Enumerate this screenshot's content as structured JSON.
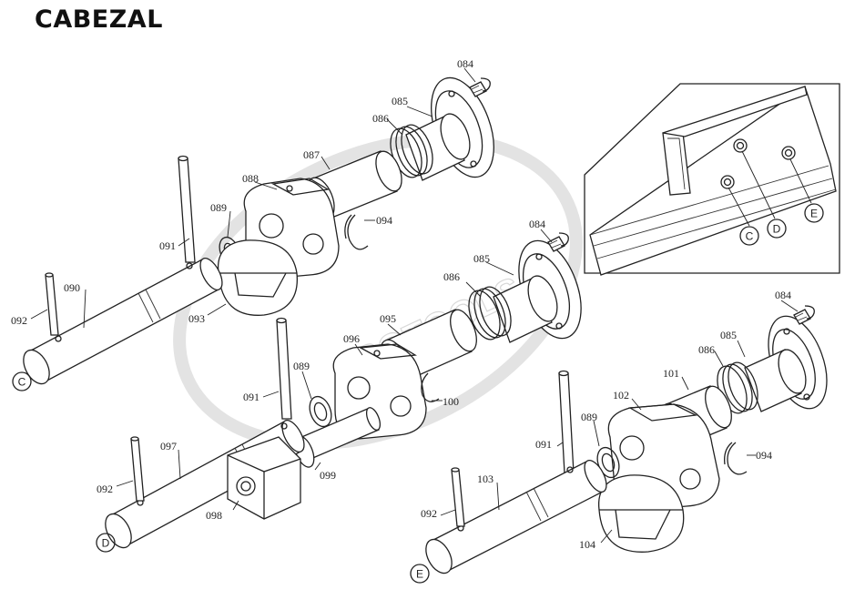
{
  "title": "CABEZAL",
  "watermark": "ROTOOLS.es",
  "inset": {
    "holes": [
      "C",
      "D",
      "E"
    ]
  },
  "parts": {
    "top": [
      "084",
      "085",
      "086",
      "087",
      "088",
      "089",
      "094",
      "091",
      "090",
      "093",
      "092"
    ],
    "middle": [
      "084",
      "085",
      "086",
      "095",
      "096",
      "089",
      "100",
      "091",
      "097",
      "099",
      "098",
      "092"
    ],
    "bottom": [
      "084",
      "085",
      "086",
      "101",
      "102",
      "089",
      "094",
      "091",
      "103",
      "104",
      "092"
    ]
  },
  "assembly_markers": [
    "C",
    "D",
    "E"
  ]
}
